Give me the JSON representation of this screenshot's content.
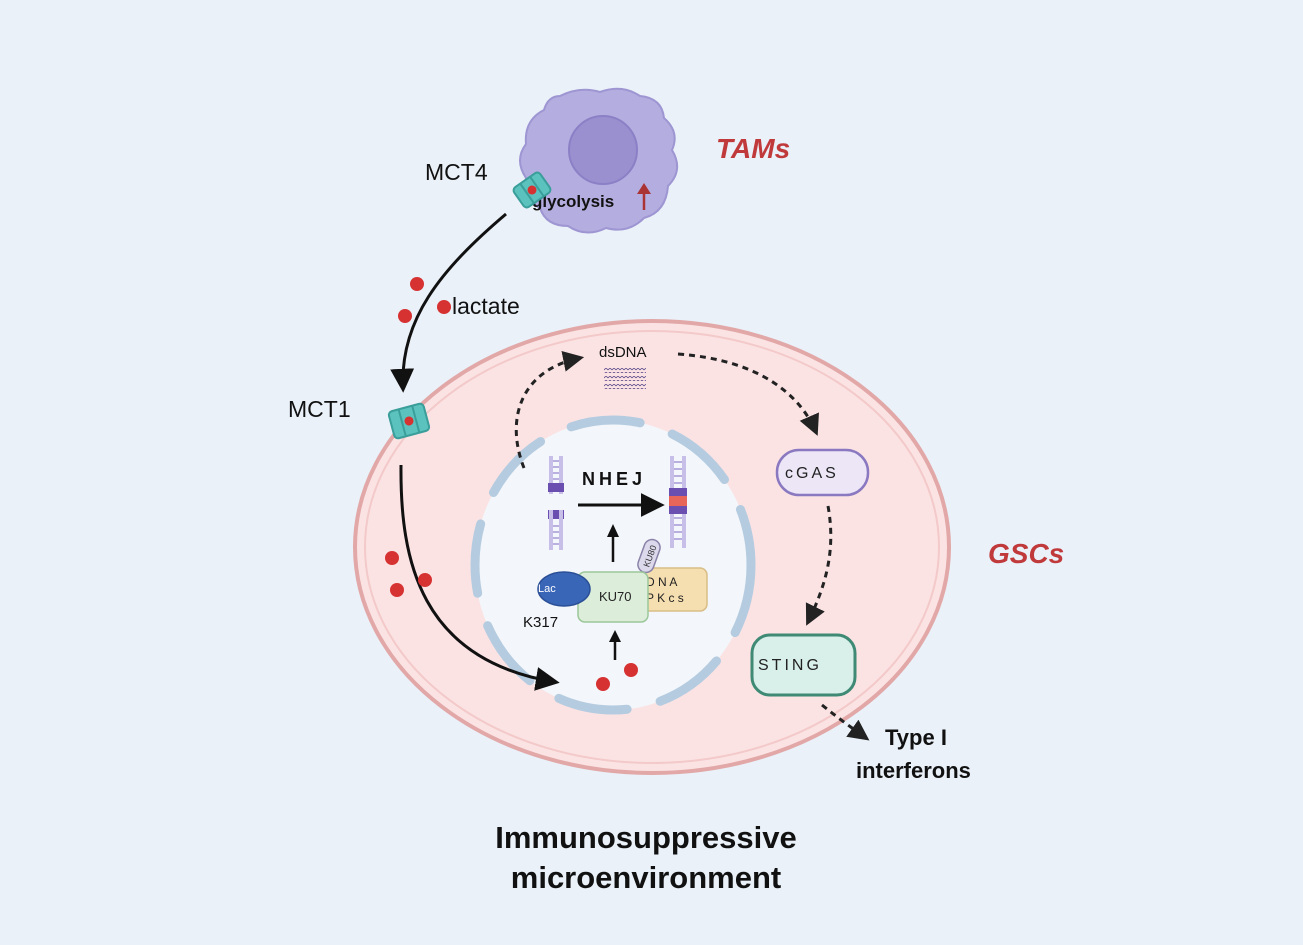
{
  "tam": {
    "label": "TAMs",
    "glycolysis": "glycolysis",
    "transporter": "MCT4"
  },
  "metabolite": {
    "label": "lactate"
  },
  "gsc": {
    "label": "GSCs",
    "transporter": "MCT1"
  },
  "nucleus": {
    "dsdna": "dsDNA",
    "repair": "NHEJ",
    "lac": "Lac",
    "site": "K317",
    "ku70": "KU70",
    "ku80": "KU80",
    "dnapkcs_line1": "D N A",
    "dnapkcs_line2": "P K c s"
  },
  "pathway": {
    "cgas": "cGAS",
    "sting": "STING",
    "output_line1": "Type I",
    "output_line2": "interferons"
  },
  "caption": {
    "line1": "Immunosuppressive",
    "line2": "microenvironment"
  },
  "colors": {
    "background": "#eaf1f9",
    "cell_fill": "#fbe3e4",
    "cell_stroke": "#e2a8a8",
    "tam_body": "#b4addf",
    "tam_nucleus": "#9a90cf",
    "lactate": "#d63232",
    "transporter": "#5cc2be",
    "cgas": "#ece6f7",
    "sting": "#d9efe9",
    "ku70": "#dceeda",
    "dnapkcs": "#f5deb0",
    "lac": "#3a66b8",
    "label_red": "#c0393b"
  }
}
